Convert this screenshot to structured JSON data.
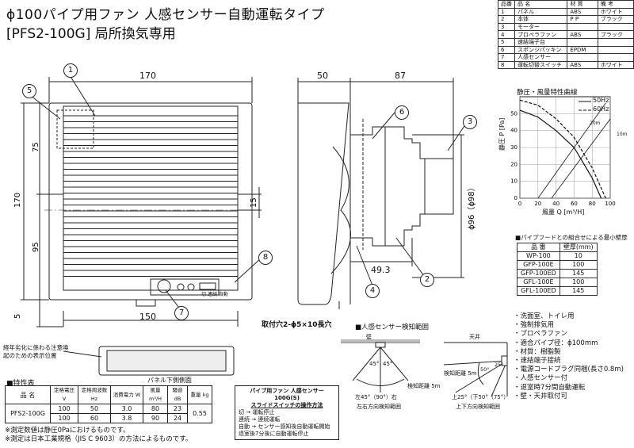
{
  "title": "ϕ100パイプ用ファン 人感センサー自動運転タイプ",
  "subtitle": "[PFS2-100G] 局所換気専用",
  "parts_table": {
    "headers": [
      "品番",
      "品 名",
      "材 質",
      "備 考"
    ],
    "rows": [
      [
        "1",
        "パネル",
        "ABS",
        "ホワイト"
      ],
      [
        "2",
        "本体",
        "P P",
        "ブラック"
      ],
      [
        "3",
        "モーター",
        "",
        ""
      ],
      [
        "4",
        "プロペラファン",
        "ABS",
        "ブラック"
      ],
      [
        "5",
        "速結端子台",
        "",
        ""
      ],
      [
        "6",
        "スポンジパッキン",
        "EPDM",
        ""
      ],
      [
        "7",
        "人感センサー",
        "",
        ""
      ],
      [
        "8",
        "運転切替スイッチ",
        "ABS",
        "ホワイト"
      ]
    ]
  },
  "dimensions": {
    "front_width": "170",
    "front_height": "170",
    "upper": "75",
    "lower": "95",
    "bottom": "5",
    "bottom_width": "150",
    "offset": "15",
    "side_depth1": "50",
    "side_depth2": "87",
    "pipe_dia": "ϕ96（ϕ98）",
    "pipe_len": "49.3"
  },
  "callouts": [
    "1",
    "2",
    "3",
    "4",
    "5",
    "6",
    "7",
    "8"
  ],
  "mount_hole": "取付穴2-ϕ5×10長穴",
  "panel_label_caption": "パネル下側側面",
  "deterioration_note": "経年劣化に係わる注意喚起のための表示位置",
  "switch_labels": [
    "切",
    "連続",
    "自動"
  ],
  "switch_box": {
    "title": "パイプ用ファン 人感センサー 100G(S)",
    "sub": "スライドスイッチの操作方法",
    "rows": [
      [
        "切",
        "→",
        "運転停止"
      ],
      [
        "連続",
        "→",
        "連続運転"
      ],
      [
        "自動",
        "→",
        "センサー感知後自動運転開始 退室後7分後に自動運転停止"
      ]
    ]
  },
  "curve": {
    "title": "静圧・風量特性曲線",
    "ylabel": "静圧 P [Pa]",
    "xlabel": "風量 Q [m³/H]",
    "legend": [
      "50Hz",
      "60Hz"
    ],
    "x_ticks": [
      "0",
      "20",
      "40",
      "60",
      "80",
      "100"
    ],
    "y_ticks": [
      "0",
      "10",
      "20",
      "30",
      "40",
      "50"
    ],
    "annotations": [
      "20m",
      "10m"
    ]
  },
  "chart_data": {
    "type": "line",
    "title": "静圧・風量特性曲線",
    "xlabel": "風量 Q [m³/H]",
    "ylabel": "静圧 P [Pa]",
    "xlim": [
      0,
      100
    ],
    "ylim": [
      0,
      60
    ],
    "series": [
      {
        "name": "50Hz",
        "x": [
          0,
          20,
          40,
          60,
          80,
          90
        ],
        "y": [
          52,
          48,
          40,
          30,
          12,
          0
        ]
      },
      {
        "name": "60Hz",
        "x": [
          0,
          20,
          40,
          60,
          80,
          95
        ],
        "y": [
          58,
          55,
          47,
          36,
          18,
          0
        ]
      }
    ]
  },
  "wall_table": {
    "caption": "■パイプフードとの組合せによる最小壁厚",
    "headers": [
      "品 番",
      "壁厚(mm)"
    ],
    "rows": [
      [
        "WP-100",
        "10"
      ],
      [
        "GFP-100E",
        "100"
      ],
      [
        "GFP-100ED",
        "145"
      ],
      [
        "GFL-100E",
        "100"
      ],
      [
        "GFL-100ED",
        "145"
      ]
    ]
  },
  "features": [
    "・洗面室、トイレ用",
    "・強制排気用",
    "・プロペラファン",
    "・適合パイプ径：ϕ100mm",
    "・材質：樹脂製",
    "・速結端子接続",
    "・電源コードプラグ同梱(長さ0.8m)",
    "・人感センサー付",
    "・退室時7分間自動運転",
    "・壁・天井取付可"
  ],
  "sensor_range": {
    "title": "■人感センサー検知範囲",
    "wall": "壁",
    "ceiling": "天井",
    "angles": [
      "45°",
      "45°"
    ],
    "left_caption": "左右方向検知範囲",
    "right_caption": "上下方向検知範囲",
    "left_dist": "左45°（90°）右",
    "dist1": "検知距離 5m",
    "dist2": "検知距離 5m",
    "down": "上25°（下50°（75°）",
    "angle2": "50°",
    "angle3": "25°"
  },
  "spec_table": {
    "caption": "■特性表",
    "headers": [
      "品 名",
      "定格電圧 V",
      "定格周波数 Hz",
      "消費電力 W",
      "風量 m³/H",
      "騒音 dB",
      "重量 kg"
    ],
    "model": "PFS2-100G",
    "rows": [
      [
        "100",
        "50",
        "3.0",
        "80",
        "23"
      ],
      [
        "100",
        "60",
        "3.8",
        "90",
        "24"
      ]
    ],
    "weight": "0.55"
  },
  "notes": [
    "※測定数値は静圧0Paにおけるものです。",
    "※測定は日本工業規格（JIS C 9603）の方法によるものです。"
  ]
}
